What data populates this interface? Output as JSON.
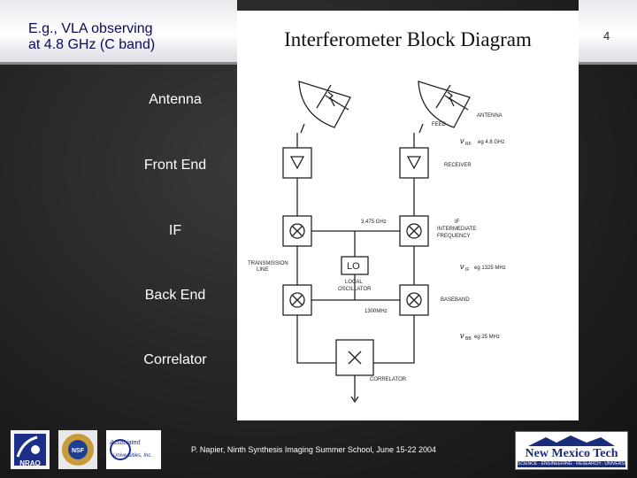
{
  "header": {
    "title_line1": "E.g., VLA observing",
    "title_line2": "at 4.8 GHz (C band)",
    "slide_number": "4"
  },
  "diagram": {
    "title": "Interferometer Block Diagram",
    "labels": {
      "antenna": "ANTENNA",
      "feed": "FEED",
      "rf_symbol": "ν",
      "rf_subscript": "RF",
      "rf_value": "eg  4.8  GHz",
      "receiver": "RECEIVER",
      "lo_freq": "3.475 GHz",
      "if_line1": "IF",
      "if_line2": "INTERMEDIATE",
      "if_line3": "FREQUENCY",
      "transmission_line1": "TRANSMISSION",
      "transmission_line2": "LINE",
      "lo": "LO",
      "if_symbol": "ν",
      "if_subscript": "IF",
      "if_value": "eg  1325  MHz",
      "local_osc_line1": "LOCAL",
      "local_osc_line2": "OSCILLATOR",
      "baseband": "BASEBAND",
      "lo2_freq": "1300MHz",
      "bb_symbol": "ν",
      "bb_subscript": "BB",
      "bb_value": "eg  25  MHz",
      "correlator": "CORRELATOR"
    }
  },
  "side_labels": {
    "antenna": "Antenna",
    "front_end": "Front End",
    "if": "IF",
    "back_end": "Back End",
    "correlator": "Correlator"
  },
  "footer": {
    "credit": "P. Napier, Ninth Synthesis Imaging Summer School, June 15-22 2004",
    "logos": {
      "nrao": "NRAO",
      "nsf": "NSF",
      "aui_line1": "Associated",
      "aui_line2": "Universities, Inc.",
      "nmt_name": "New Mexico Tech",
      "nmt_tagline": "SCIENCE · ENGINEERING · RESEARCH · UNIVERSITY"
    }
  }
}
